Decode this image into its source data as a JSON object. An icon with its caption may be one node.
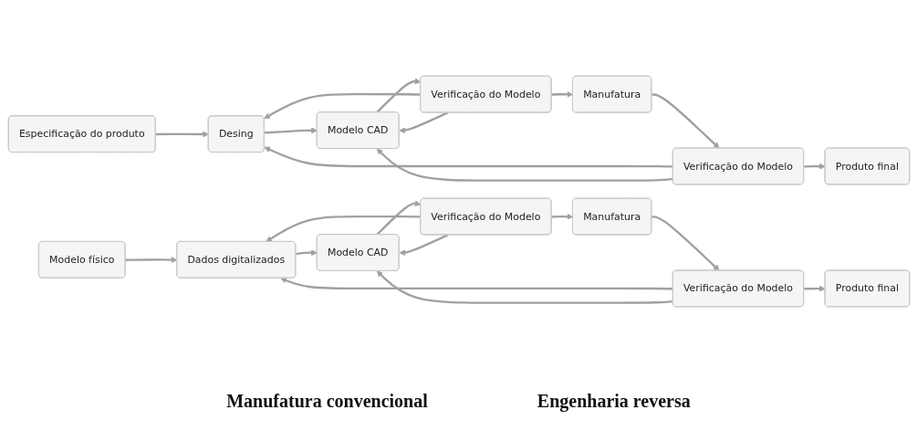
{
  "diagram": {
    "nodes": [
      {
        "text": [
          "Especificação do produto"
        ]
      },
      {
        "text": [
          "Desing"
        ]
      },
      {
        "text": [
          "Modelo CAD"
        ]
      },
      {
        "text": [
          "Verificação do Modelo"
        ]
      },
      {
        "text": [
          "Manufatura"
        ]
      },
      {
        "text": [
          "Verificação do Modelo"
        ]
      },
      {
        "text": [
          "Produto final"
        ]
      },
      {
        "text": [
          "Modelo físico"
        ]
      },
      {
        "text": [
          "Dados digitalizados"
        ]
      },
      {
        "text": [
          "Modelo CAD"
        ]
      },
      {
        "text": [
          "Verificação do Modelo"
        ]
      },
      {
        "text": [
          "Manufatura"
        ]
      },
      {
        "text": [
          "Verificação do Modelo"
        ]
      },
      {
        "text": [
          "Produto final"
        ]
      }
    ],
    "edges": [
      {
        "from": 0,
        "to": 1,
        "arrow": "to"
      },
      {
        "from": 1,
        "to": 2,
        "arrow": "to"
      },
      {
        "from": 2,
        "to": 3,
        "arrow": "to"
      },
      {
        "from": 3,
        "to": 4,
        "arrow": "to"
      },
      {
        "from": 4,
        "to": 5,
        "arrow": "to"
      },
      {
        "from": 5,
        "to": 6,
        "arrow": "to"
      },
      {
        "from": 3,
        "to": 1,
        "arrow": "to"
      },
      {
        "from": 3,
        "to": 2,
        "arrow": "to"
      },
      {
        "from": 5,
        "to": 1,
        "arrow": "to"
      },
      {
        "from": 5,
        "to": 2,
        "arrow": "to"
      },
      {
        "from": 7,
        "to": 8,
        "arrow": "to"
      },
      {
        "from": 8,
        "to": 9,
        "arrow": "to"
      },
      {
        "from": 9,
        "to": 10,
        "arrow": "to"
      },
      {
        "from": 10,
        "to": 11,
        "arrow": "to"
      },
      {
        "from": 11,
        "to": 12,
        "arrow": "to"
      },
      {
        "from": 12,
        "to": 13,
        "arrow": "to"
      },
      {
        "from": 10,
        "to": 8,
        "arrow": "to"
      },
      {
        "from": 10,
        "to": 9,
        "arrow": "to"
      },
      {
        "from": 12,
        "to": 8,
        "arrow": "to"
      },
      {
        "from": 12,
        "to": 9,
        "arrow": "to"
      }
    ],
    "labels": [
      "Manufatura convencional",
      "Engenharia reversa"
    ]
  }
}
